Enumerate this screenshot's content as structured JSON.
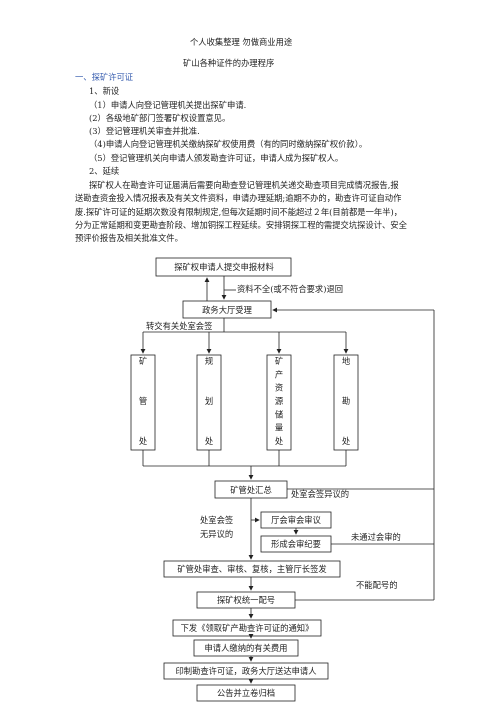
{
  "header": "个人收集整理  勿做商业用途",
  "doc_title": "矿山各种证件的办理程序",
  "section1": "一、探矿许可证",
  "sub1": "1、新设",
  "steps": [
    "（1）申请人向登记管理机关提出探矿申请.",
    "(2）各级地矿部门签署矿权设置意见。",
    "(3）登记管理机关审查并批准.",
    "（4)申请人向登记管理机关缴纳探矿权使用费（有的同时缴纳探矿权价款）。",
    "（5）登记管理机关向申请人颁发勘查许可证，申请人成为探矿权人。"
  ],
  "sub2": "2、延续",
  "para_lines": [
    "探矿权人在勘查许可证届满后需要向勘查登记管理机关递交勘查项目完成情况报告,报",
    "送勘查资金投入情况报表及有关文件资料，申请办理延期;逾期不办的，勘查许可证自动作",
    "废.探矿许可证的延期次数没有限制规定,但每次延期时间不能超过２年(目前都是一年半)，",
    "分为正常延期和变更勘查阶段、增加铜探工程延续。安排铜探工程的需提交坑探设计、安全",
    "预评价报告及相关批准文件。"
  ],
  "flow": {
    "n_apply": "探矿权申请人提交申报材料",
    "n_reject_note": "资料不全(或不符合要求)退回",
    "n_hall": "政务大厅受理",
    "n_transfer": "转交有关处室会签",
    "depts": [
      {
        "chars": [
          "矿",
          "管",
          "处"
        ]
      },
      {
        "chars": [
          "规",
          "划",
          "处"
        ]
      },
      {
        "chars": [
          "矿",
          "产",
          "资",
          "源",
          "储",
          "量",
          "处"
        ]
      },
      {
        "chars": [
          "地",
          "勘",
          "处"
        ]
      }
    ],
    "n_summary": "矿管处汇总",
    "n_objection": "处室会签异议的",
    "n_no_objection_1": "处室会签",
    "n_no_objection_2": "无异议的",
    "n_review": "厅会审会审议",
    "n_minutes": "形成会审纪要",
    "n_not_passed": "未通过会审的",
    "n_sign": "矿管处审查、审核、复核，主管厅长签发",
    "n_cannot_assign": "不能配号的",
    "n_assign": "探矿权统一配号",
    "n_notice": "下发《领取矿产勘查许可证的通知》",
    "n_fee": "申请人缴纳的有关费用",
    "n_print": "印制勘查许可证，政务大厅送达申请人",
    "n_archive": "公告并立卷归档"
  }
}
